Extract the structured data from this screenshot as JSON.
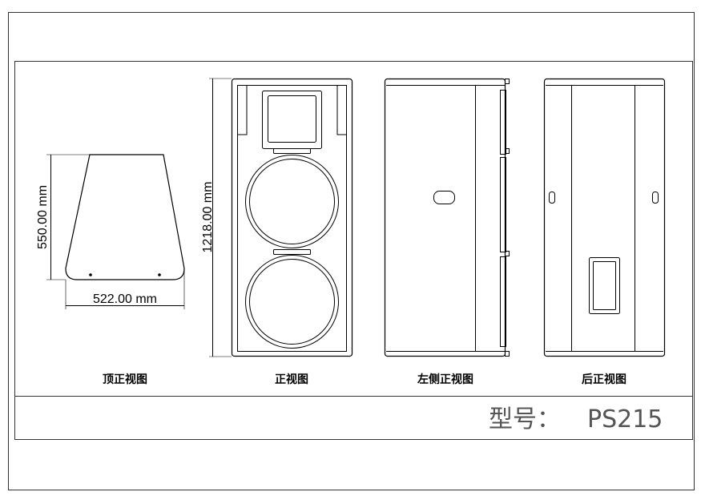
{
  "captions": {
    "top_view": "顶正视图",
    "front_view": "正视图",
    "left_side_view": "左侧正视图",
    "rear_view": "后正视图"
  },
  "dimensions": {
    "depth": "550.00 mm",
    "width": "522.00 mm",
    "height": "1218.00 mm"
  },
  "model": {
    "label": "型号：",
    "value": "PS215"
  }
}
